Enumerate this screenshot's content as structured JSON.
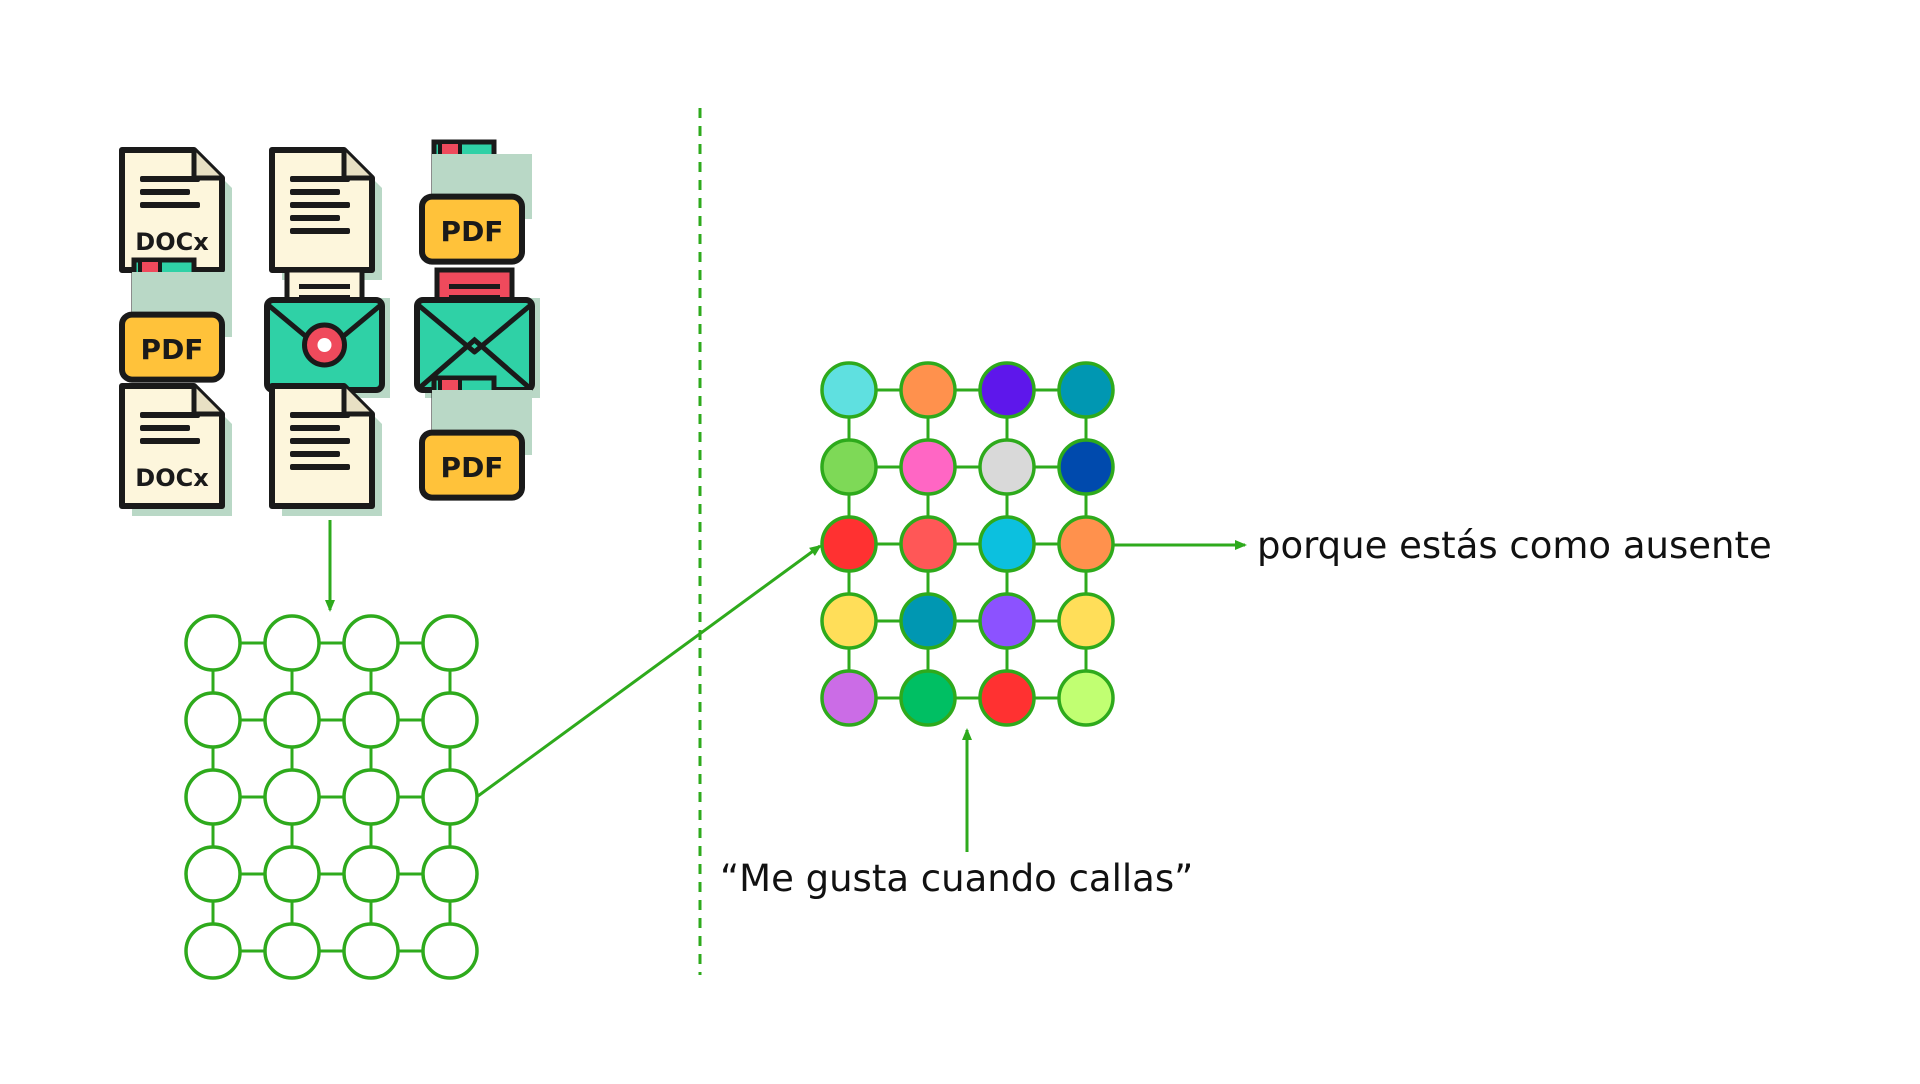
{
  "colors": {
    "green": "#2eaa1c",
    "doc_paper": "#fdf6dc",
    "doc_shadow": "#b9d8c6",
    "pdf_label": "#ffc23a",
    "pdf_red": "#ef4a5c",
    "teal": "#2fd1a6",
    "outline": "#1a1a1a",
    "seal_red": "#ef4a5c"
  },
  "left_icons": {
    "columns": [
      {
        "items": [
          {
            "kind": "doc",
            "label": "DOCx"
          },
          {
            "kind": "pdf",
            "label": "PDF"
          },
          {
            "kind": "doc",
            "label": "DOCx"
          }
        ]
      },
      {
        "items": [
          {
            "kind": "doc",
            "label": ""
          },
          {
            "kind": "envelope-seal",
            "label": ""
          },
          {
            "kind": "doc",
            "label": ""
          }
        ]
      },
      {
        "items": [
          {
            "kind": "pdf",
            "label": "PDF"
          },
          {
            "kind": "envelope-open",
            "label": ""
          },
          {
            "kind": "pdf",
            "label": "PDF"
          }
        ]
      }
    ]
  },
  "empty_network": {
    "rows": 5,
    "cols": 4
  },
  "trained_network": {
    "rows": 5,
    "cols": 4,
    "node_colors": [
      [
        "#5fe0e0",
        "#ff914d",
        "#5e17eb",
        "#0097b2"
      ],
      [
        "#7ed957",
        "#ff66c4",
        "#d9d9d9",
        "#004aad"
      ],
      [
        "#ff3131",
        "#ff5757",
        "#0cc0df",
        "#ff914d"
      ],
      [
        "#ffde59",
        "#0097b2",
        "#8c52ff",
        "#ffde59"
      ],
      [
        "#cb6ce6",
        "#00bf63",
        "#ff3131",
        "#c1ff72"
      ]
    ]
  },
  "labels": {
    "input_prompt": "“Me gusta cuando callas”",
    "output_text": "porque estás como ausente"
  }
}
